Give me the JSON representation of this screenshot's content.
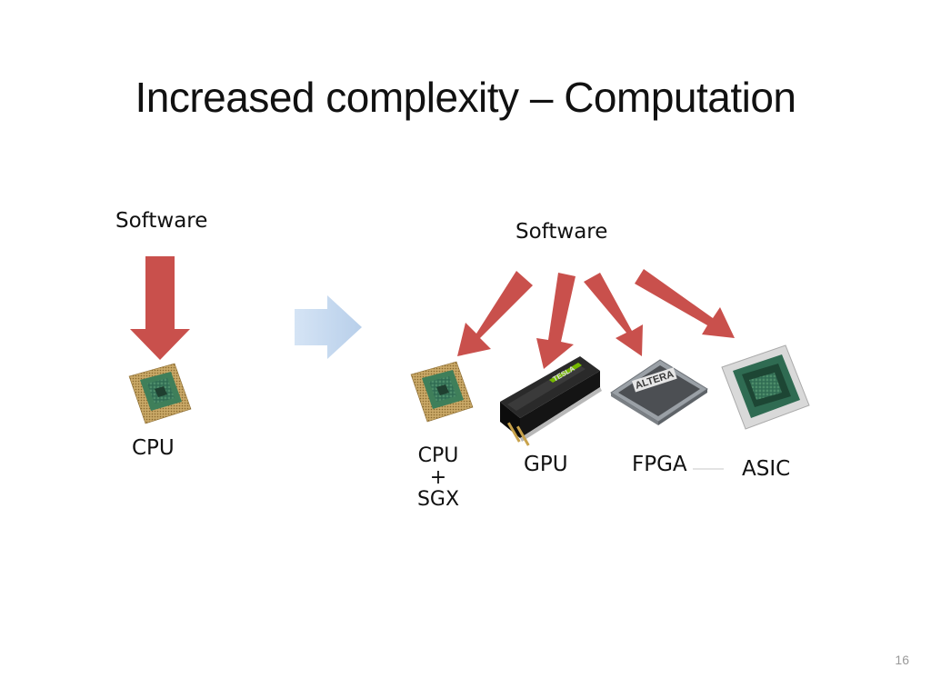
{
  "slide": {
    "title": "Increased complexity – Computation",
    "page_number": "16"
  },
  "left": {
    "software_label": "Software",
    "cpu_label": "CPU"
  },
  "right": {
    "software_label": "Software",
    "cpu_sgx_line1": "CPU",
    "cpu_sgx_line2": "+",
    "cpu_sgx_line3": "SGX",
    "gpu_label": "GPU",
    "fpga_label": "FPGA",
    "asic_label": "ASIC"
  },
  "logos": {
    "gpu_brand": "TESLA",
    "fpga_brand": "ALTERA"
  },
  "colors": {
    "arrow_red": "#c9504c",
    "transition_arrow": "#c5d9f1",
    "chip_green": "#3f7f5a",
    "chip_gold": "#c9a867"
  }
}
